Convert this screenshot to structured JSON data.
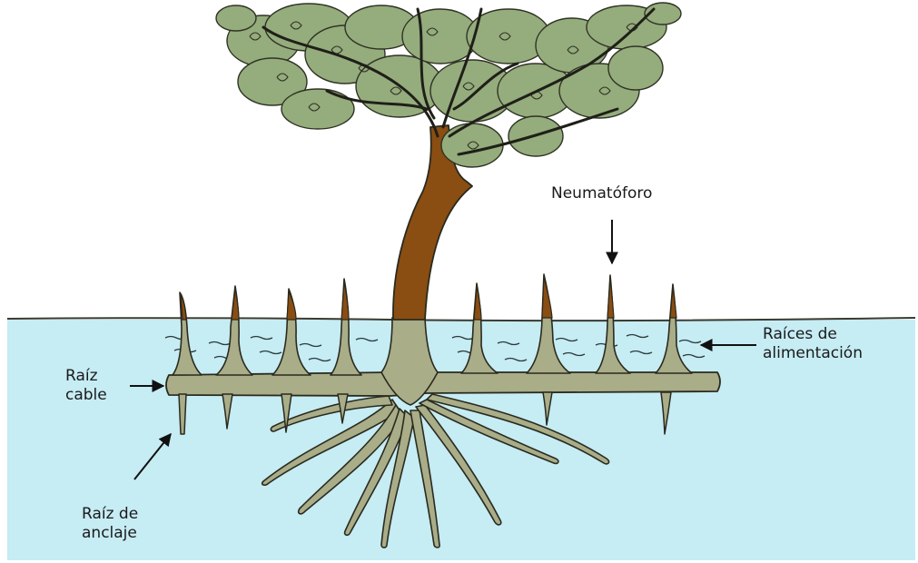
{
  "labels": {
    "pneumatophore": "Neumatóforo",
    "feeding_roots": [
      "Raíces de",
      "alimentación"
    ],
    "cable_root": [
      "Raíz",
      "cable"
    ],
    "anchor_root": [
      "Raíz de",
      "anclaje"
    ]
  },
  "colors": {
    "water": "#c6ecf4",
    "root": "#a9ad88",
    "trunk": "#8a4d12",
    "leaves": "#95ac7d",
    "outline": "#2a2a1e"
  }
}
